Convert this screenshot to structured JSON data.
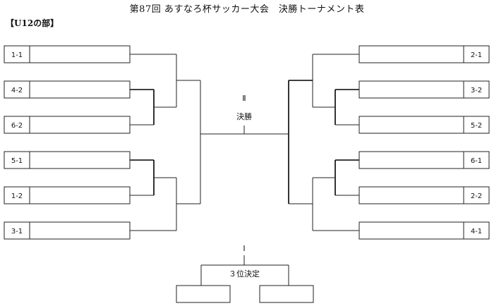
{
  "title": "第87回 あすなろ杯サッカー大会　決勝トーナメント表",
  "division": "【U12の部】",
  "final": {
    "marker": "Ⅱ",
    "label": "決勝"
  },
  "third_place": {
    "marker": "Ⅰ",
    "label": "３位決定"
  },
  "left_entries": [
    {
      "seed": "1-1",
      "team": ""
    },
    {
      "seed": "4-2",
      "team": ""
    },
    {
      "seed": "6-2",
      "team": ""
    },
    {
      "seed": "5-1",
      "team": ""
    },
    {
      "seed": "1-2",
      "team": ""
    },
    {
      "seed": "3-1",
      "team": ""
    }
  ],
  "right_entries": [
    {
      "seed": "2-1",
      "team": ""
    },
    {
      "seed": "3-2",
      "team": ""
    },
    {
      "seed": "5-2",
      "team": ""
    },
    {
      "seed": "6-1",
      "team": ""
    },
    {
      "seed": "2-2",
      "team": ""
    },
    {
      "seed": "4-1",
      "team": ""
    }
  ],
  "third_place_entries": [
    {
      "team": ""
    },
    {
      "team": ""
    }
  ]
}
